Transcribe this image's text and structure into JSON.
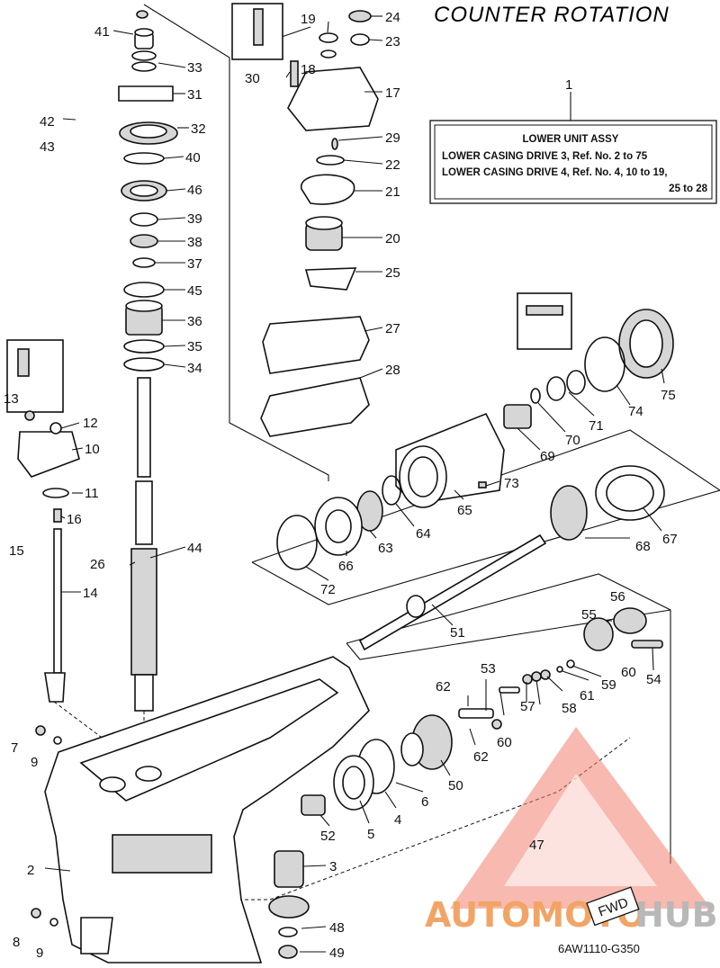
{
  "header": {
    "title": "COUNTER ROTATION"
  },
  "assembly_box": {
    "ref": "1",
    "title": "LOWER UNIT ASSY",
    "line1": "LOWER CASING DRIVE 3, Ref. No. 2 to 75",
    "line2": "LOWER CASING DRIVE 4, Ref. No. 4, 10 to 19,",
    "line3": "25 to 28"
  },
  "drawing_code": "6AW1110-G350",
  "watermark": {
    "part_a": "AUTOMOTO",
    "part_b": "HUB",
    "fwd": "FWD"
  },
  "callouts": [
    "41",
    "33",
    "31",
    "42",
    "43",
    "32",
    "40",
    "46",
    "39",
    "38",
    "37",
    "45",
    "36",
    "35",
    "34",
    "13",
    "12",
    "10",
    "11",
    "16",
    "15",
    "14",
    "26",
    "44",
    "7",
    "9",
    "2",
    "8",
    "9",
    "19",
    "24",
    "23",
    "18",
    "30",
    "17",
    "29",
    "22",
    "21",
    "20",
    "25",
    "27",
    "28",
    "75",
    "74",
    "71",
    "69",
    "70",
    "73",
    "65",
    "64",
    "63",
    "66",
    "72",
    "67",
    "68",
    "51",
    "56",
    "55",
    "54",
    "60",
    "59",
    "61",
    "58",
    "57",
    "60",
    "62",
    "53",
    "62",
    "50",
    "6",
    "4",
    "5",
    "52",
    "3",
    "47",
    "48",
    "49"
  ]
}
